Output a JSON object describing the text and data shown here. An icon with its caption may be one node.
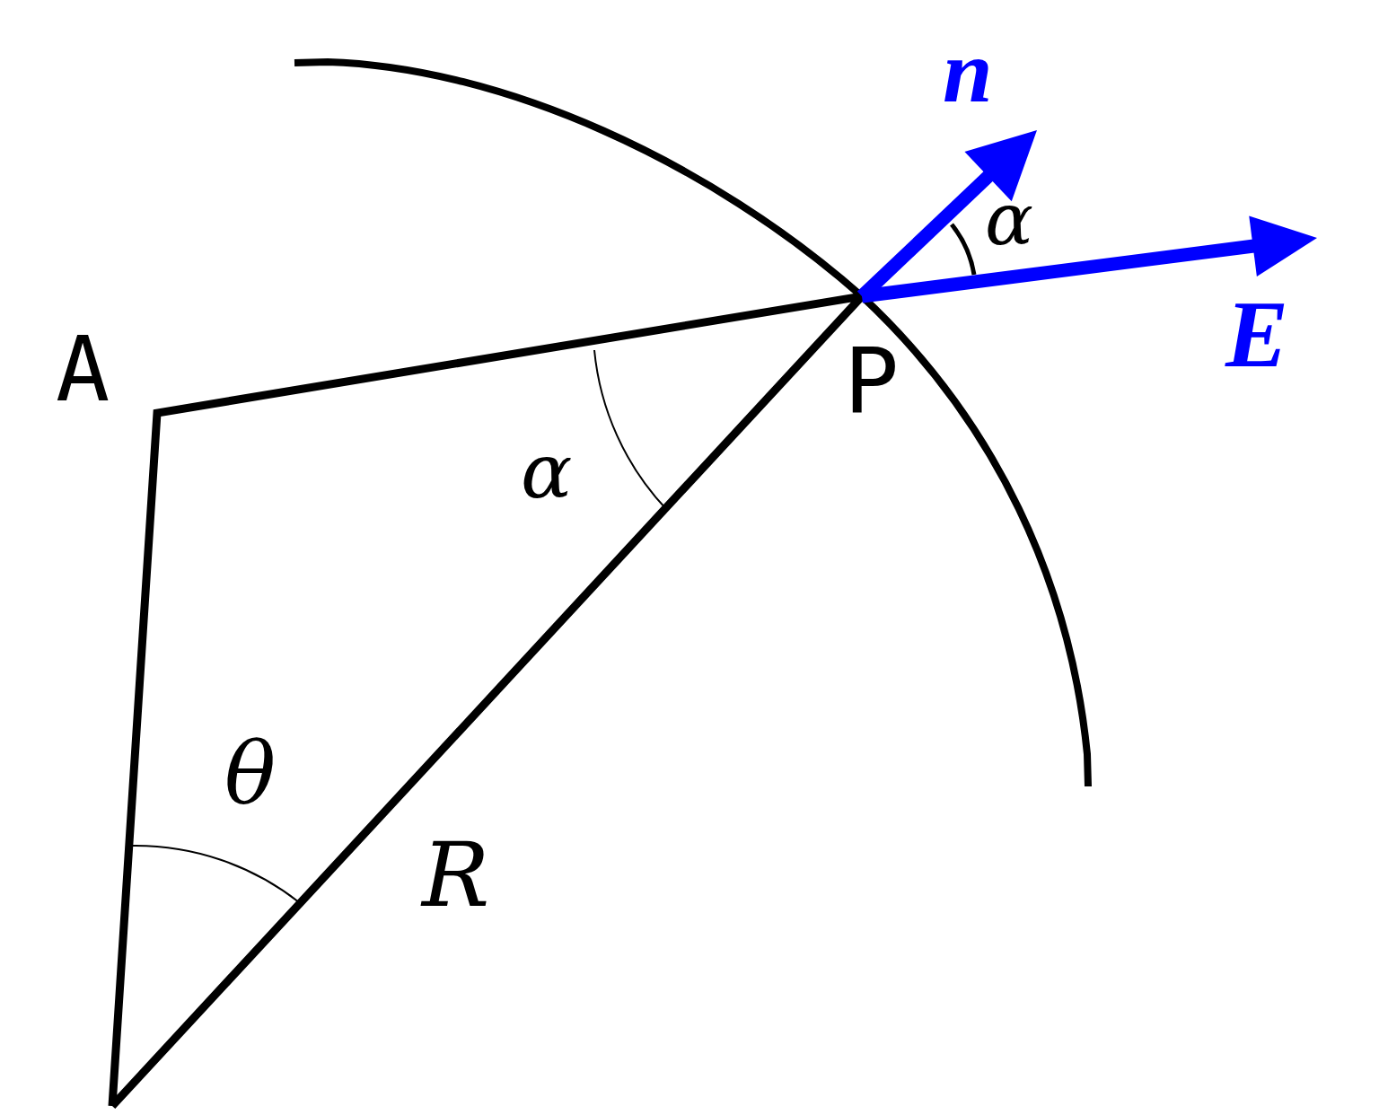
{
  "diagram": {
    "labels": [
      "n",
      "α",
      "E",
      "A",
      "P",
      "α",
      "θ",
      "R"
    ]
  }
}
